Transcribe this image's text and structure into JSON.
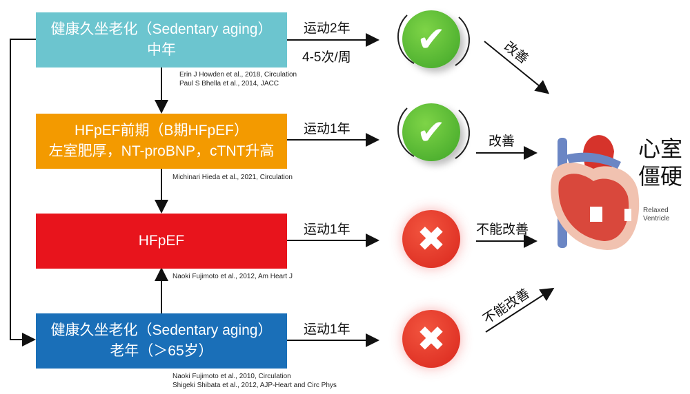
{
  "boxes": [
    {
      "line1": "健康久坐老化（Sedentary aging）",
      "line2": "中年",
      "color": "#6cc5cf"
    },
    {
      "line1": "HFpEF前期（B期HFpEF）",
      "line2": "左室肥厚，NT-proBNP，cTNT升高",
      "color": "#f39a00"
    },
    {
      "line1": "HFpEF",
      "color": "#e8141c"
    },
    {
      "line1": "健康久坐老化（Sedentary aging）",
      "line2": "老年（＞65岁）",
      "color": "#1a6fb8"
    }
  ],
  "refs": [
    {
      "l1": "Erin J Howden et al., 2018, Circulation",
      "l2": "Paul S Bhella et  al., 2014, JACC"
    },
    {
      "l1": "Michinari Hieda et al., 2021, Circulation"
    },
    {
      "l1": "Naoki Fujimoto et al., 2012, Am Heart J"
    },
    {
      "l1": "Naoki Fujimoto et al., 2010, Circulation",
      "l2": "Shigeki Shibata et al., 2012, AJP-Heart and Circ Phys"
    }
  ],
  "exercise": [
    {
      "l1": "运动2年",
      "l2": "4-5次/周"
    },
    {
      "l1": "运动1年"
    },
    {
      "l1": "运动1年"
    },
    {
      "l1": "运动1年"
    }
  ],
  "results": [
    {
      "icon": "check-icon",
      "glyph": "✔",
      "text": "改善"
    },
    {
      "icon": "check-icon",
      "glyph": "✔",
      "text": "改善"
    },
    {
      "icon": "cross-icon",
      "glyph": "✖",
      "text": "不能改善"
    },
    {
      "icon": "cross-icon",
      "glyph": "✖",
      "text": "不能改善"
    }
  ],
  "outcome": {
    "l1": "心室",
    "l2": "僵硬",
    "heart_label": "Relaxed Ventricle"
  }
}
